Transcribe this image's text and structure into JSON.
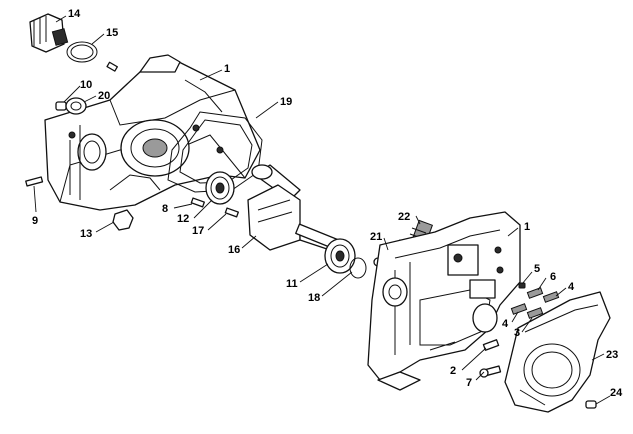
{
  "callouts": [
    {
      "id": "14",
      "label": "14"
    },
    {
      "id": "15",
      "label": "15"
    },
    {
      "id": "1a",
      "label": "1"
    },
    {
      "id": "10",
      "label": "10"
    },
    {
      "id": "20",
      "label": "20"
    },
    {
      "id": "19",
      "label": "19"
    },
    {
      "id": "9",
      "label": "9"
    },
    {
      "id": "8",
      "label": "8"
    },
    {
      "id": "12",
      "label": "12"
    },
    {
      "id": "17",
      "label": "17"
    },
    {
      "id": "13",
      "label": "13"
    },
    {
      "id": "16",
      "label": "16"
    },
    {
      "id": "22",
      "label": "22"
    },
    {
      "id": "21",
      "label": "21"
    },
    {
      "id": "1b",
      "label": "1"
    },
    {
      "id": "11",
      "label": "11"
    },
    {
      "id": "18",
      "label": "18"
    },
    {
      "id": "5",
      "label": "5"
    },
    {
      "id": "6",
      "label": "6"
    },
    {
      "id": "4a",
      "label": "4"
    },
    {
      "id": "4b",
      "label": "4"
    },
    {
      "id": "3",
      "label": "3"
    },
    {
      "id": "2",
      "label": "2"
    },
    {
      "id": "7",
      "label": "7"
    },
    {
      "id": "23",
      "label": "23"
    },
    {
      "id": "24",
      "label": "24"
    }
  ]
}
